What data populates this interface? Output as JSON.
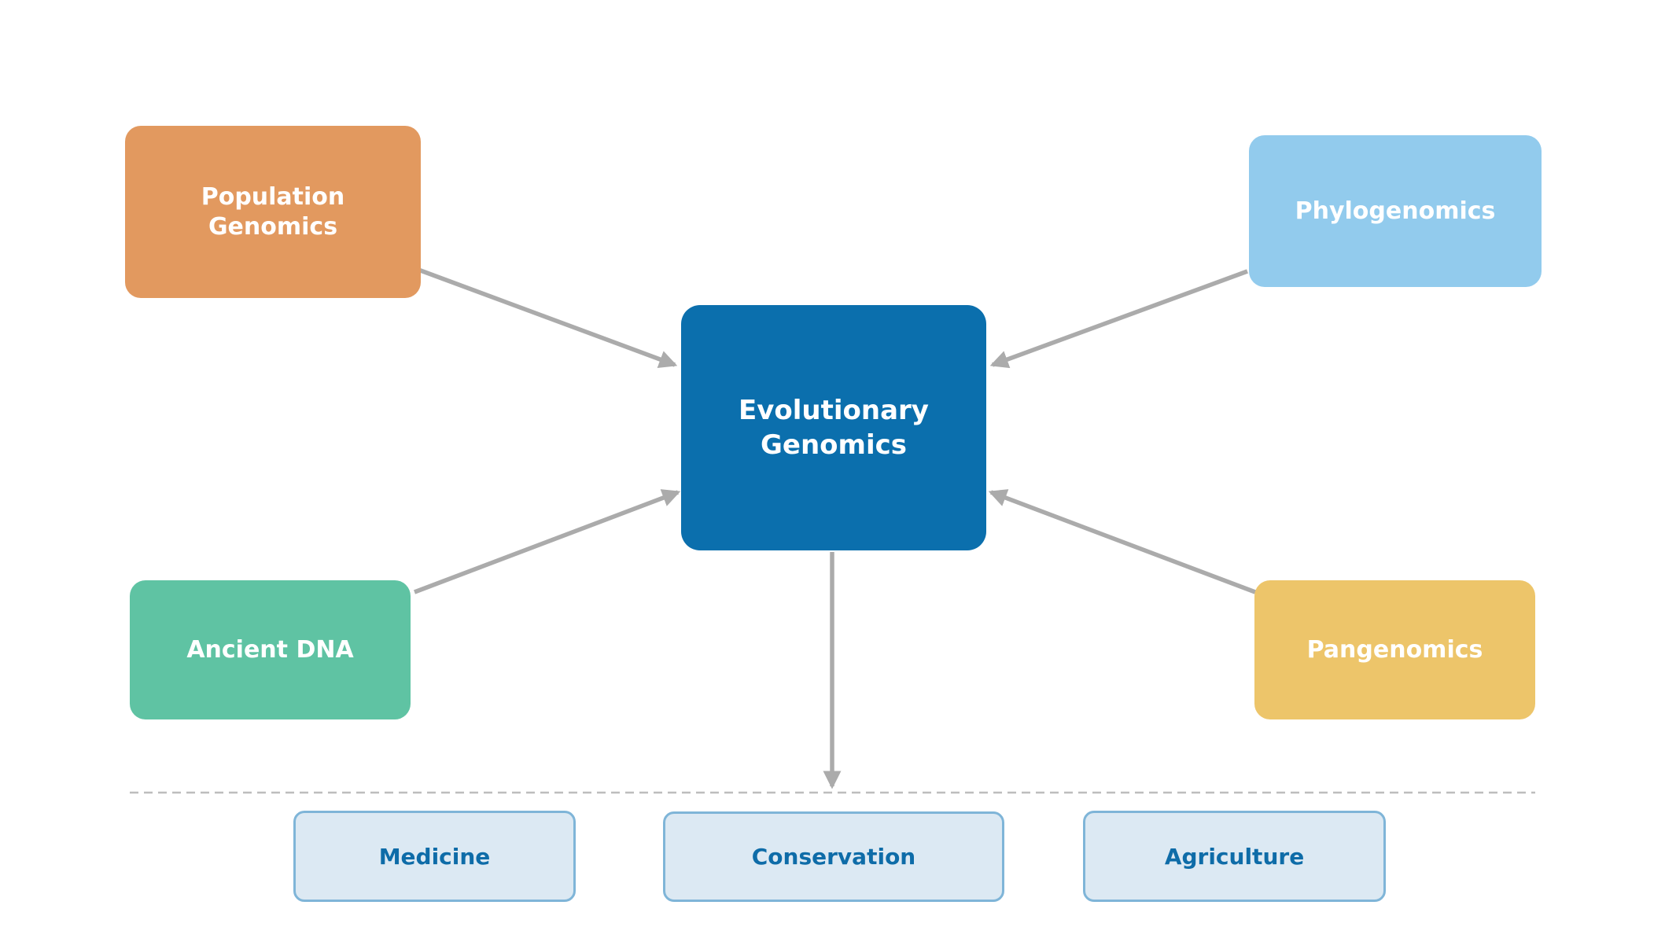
{
  "colors": {
    "background": "#FFFFFF",
    "arrow": "#ABABAB",
    "divider": "#BDBDBD",
    "node_text": "#FFFFFF",
    "app_fill": "#DCE9F3",
    "app_border": "#7FB5D8",
    "app_text": "#0E6CA8"
  },
  "nodes": {
    "population_genomics": {
      "label": "Population\nGenomics",
      "color": "#E2995F"
    },
    "phylogenomics": {
      "label": "Phylogenomics",
      "color": "#92CBED"
    },
    "evolutionary_genomics": {
      "label": "Evolutionary\nGenomics",
      "color": "#0B6FAD"
    },
    "ancient_dna": {
      "label": "Ancient DNA",
      "color": "#5FC3A3"
    },
    "pangenomics": {
      "label": "Pangenomics",
      "color": "#EDC56A"
    }
  },
  "applications": [
    {
      "label": "Medicine"
    },
    {
      "label": "Conservation"
    },
    {
      "label": "Agriculture"
    }
  ],
  "edges": [
    {
      "from": "population_genomics",
      "to": "evolutionary_genomics"
    },
    {
      "from": "phylogenomics",
      "to": "evolutionary_genomics"
    },
    {
      "from": "ancient_dna",
      "to": "evolutionary_genomics"
    },
    {
      "from": "pangenomics",
      "to": "evolutionary_genomics"
    },
    {
      "from": "evolutionary_genomics",
      "to": "applications"
    }
  ]
}
